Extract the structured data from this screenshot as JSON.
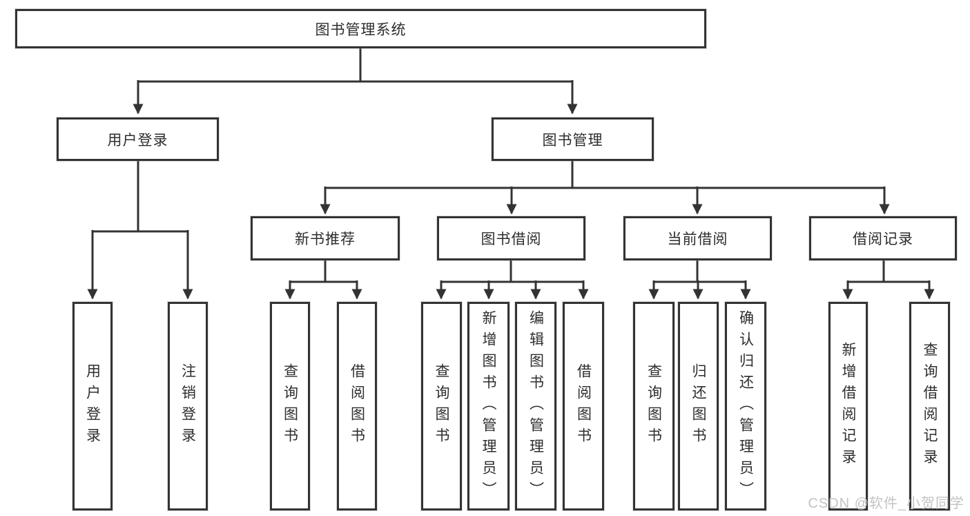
{
  "diagram": {
    "root": "图书管理系统",
    "level2": [
      {
        "label": "用户登录",
        "children": [
          {
            "label": "用户登录"
          },
          {
            "label": "注销登录"
          }
        ]
      },
      {
        "label": "图书管理",
        "children": [
          {
            "label": "新书推荐",
            "children": [
              {
                "label": "查询图书"
              },
              {
                "label": "借阅图书"
              }
            ]
          },
          {
            "label": "图书借阅",
            "children": [
              {
                "label": "查询图书"
              },
              {
                "label": "新增图书（管理员）"
              },
              {
                "label": "编辑图书（管理员）"
              },
              {
                "label": "借阅图书"
              }
            ]
          },
          {
            "label": "当前借阅",
            "children": [
              {
                "label": "查询图书"
              },
              {
                "label": "归还图书"
              },
              {
                "label": "确认归还（管理员）"
              }
            ]
          },
          {
            "label": "借阅记录",
            "children": [
              {
                "label": "新增借阅记录"
              },
              {
                "label": "查询借阅记录"
              }
            ]
          }
        ]
      }
    ],
    "watermark": "CSDN @软件_小贺同学",
    "colors": {
      "line": "#333333",
      "box_border": "#333333",
      "text": "#2d2d2d",
      "watermark": "#c3c3c3",
      "background": "#ffffff"
    }
  }
}
